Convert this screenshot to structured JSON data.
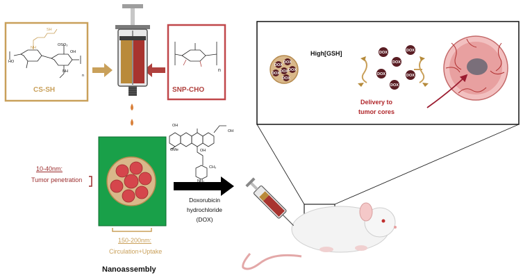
{
  "components": {
    "left_polymer": "CS-SH",
    "right_polymer": "SNP-CHO",
    "left_polymer_color": "#c9a05a",
    "right_polymer_color": "#b0413e"
  },
  "chem_labels": {
    "sh": "SH",
    "nh": "NH",
    "oso3": "OSO₃",
    "oh_a": "OH",
    "ho": "HO",
    "n_left": "n",
    "n_right": "n",
    "dox_oh_top": "OH",
    "dox_oh_mid": "OH",
    "dox_oh_right": "OH",
    "dox_ome": "OMe",
    "dox_ch3": "CH₃",
    "dox_nh2": "NH₂"
  },
  "inset": {
    "trigger": "High[GSH]",
    "outcome_line1": "Delivery to",
    "outcome_line2": "tumor cores",
    "drug_tag": "DOX"
  },
  "nanoassembly": {
    "title": "Nanoassembly",
    "small_size": "10-40nm:",
    "small_function": "Tumor penetration",
    "large_size": "150-200nm:",
    "large_function": "Circulation+Uptake",
    "background_color": "#19a049"
  },
  "drug": {
    "line1": "Doxorubicin",
    "line2": "hydrochloride",
    "line3": "(DOX)"
  }
}
